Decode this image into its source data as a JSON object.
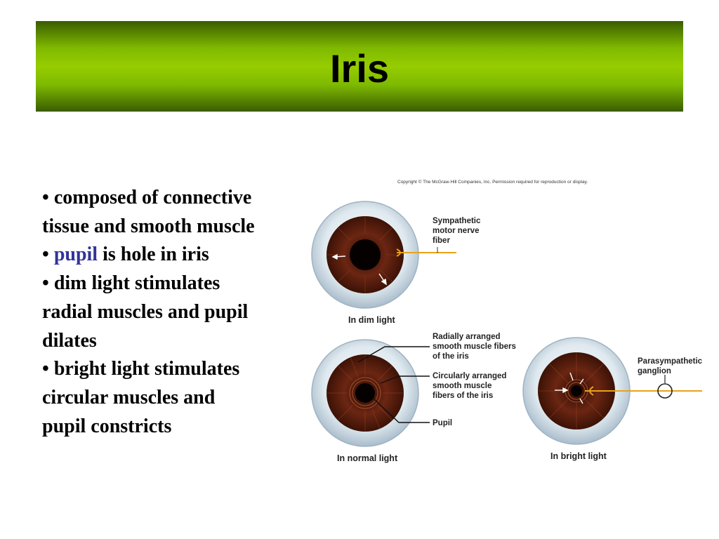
{
  "slide": {
    "title": "Iris"
  },
  "bullets": {
    "b1": {
      "marker": "•",
      "line1": "composed of connective",
      "line2": "tissue and smooth muscle"
    },
    "b2": {
      "marker": "•",
      "pupil": "pupil",
      "rest": " is hole in iris"
    },
    "b3": {
      "marker": "•",
      "line1": "dim light stimulates",
      "line2": "radial muscles and pupil",
      "line3": "dilates"
    },
    "b4": {
      "marker": "•",
      "line1": "bright light stimulates",
      "line2": "circular muscles and",
      "line3": "pupil constricts"
    }
  },
  "figure": {
    "copyright": "Copyright © The McGraw-Hill Companies, Inc. Permission required for reproduction or display.",
    "labels": {
      "sympathetic_1": "Sympathetic",
      "sympathetic_2": "motor nerve",
      "sympathetic_3": "fiber",
      "radial_1": "Radially arranged",
      "radial_2": "smooth muscle fibers",
      "radial_3": "of the iris",
      "circular_1": "Circularly arranged",
      "circular_2": "smooth muscle",
      "circular_3": "fibers of the iris",
      "pupil": "Pupil",
      "para_1": "Parasympathetic",
      "para_2": "ganglion"
    },
    "captions": {
      "dim": "In dim light",
      "normal": "In normal light",
      "bright": "In bright light"
    },
    "colors": {
      "nerve": "#e8a21a",
      "iris": "#5a1e0c",
      "sclera": "#cfdde6"
    }
  }
}
